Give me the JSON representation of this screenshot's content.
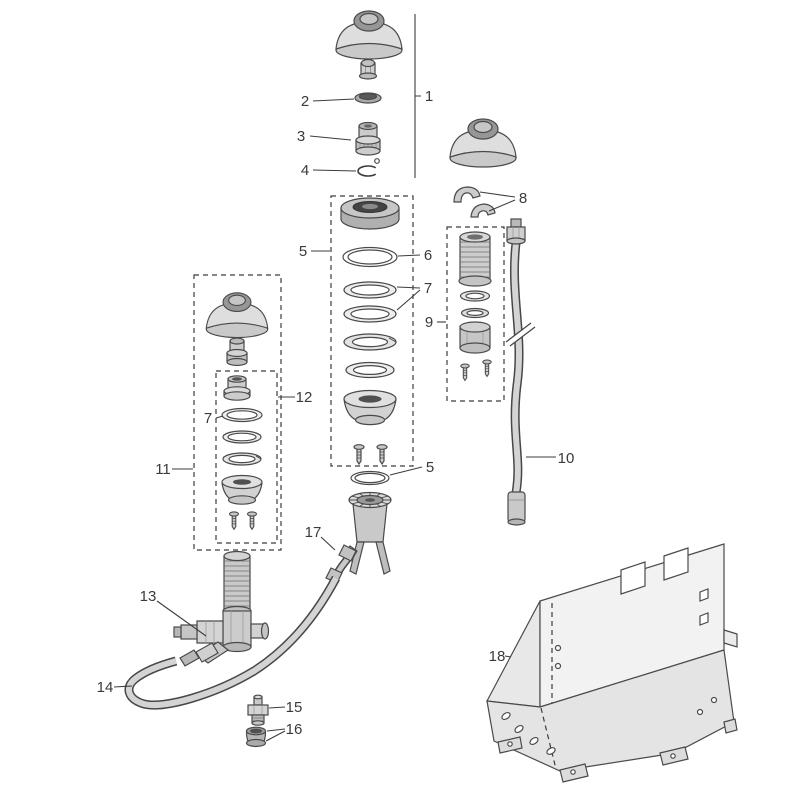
{
  "figure": {
    "kind": "exploded-parts-diagram",
    "background_color": "#ffffff",
    "line_color": "#3c3c3c",
    "part_color": "#c9c9c9",
    "callouts": [
      {
        "id": "callout-1",
        "text": "1"
      },
      {
        "id": "callout-2",
        "text": "2"
      },
      {
        "id": "callout-3",
        "text": "3"
      },
      {
        "id": "callout-4",
        "text": "4"
      },
      {
        "id": "callout-5-upper",
        "text": "5"
      },
      {
        "id": "callout-6",
        "text": "6"
      },
      {
        "id": "callout-7-right",
        "text": "7"
      },
      {
        "id": "callout-8",
        "text": "8"
      },
      {
        "id": "callout-9",
        "text": "9"
      },
      {
        "id": "callout-5-lower",
        "text": "5"
      },
      {
        "id": "callout-10",
        "text": "10"
      },
      {
        "id": "callout-11",
        "text": "11"
      },
      {
        "id": "callout-12",
        "text": "12"
      },
      {
        "id": "callout-7-left",
        "text": "7"
      },
      {
        "id": "callout-13",
        "text": "13"
      },
      {
        "id": "callout-17",
        "text": "17"
      },
      {
        "id": "callout-14",
        "text": "14"
      },
      {
        "id": "callout-15",
        "text": "15"
      },
      {
        "id": "callout-16",
        "text": "16"
      },
      {
        "id": "callout-18",
        "text": "18"
      }
    ]
  }
}
